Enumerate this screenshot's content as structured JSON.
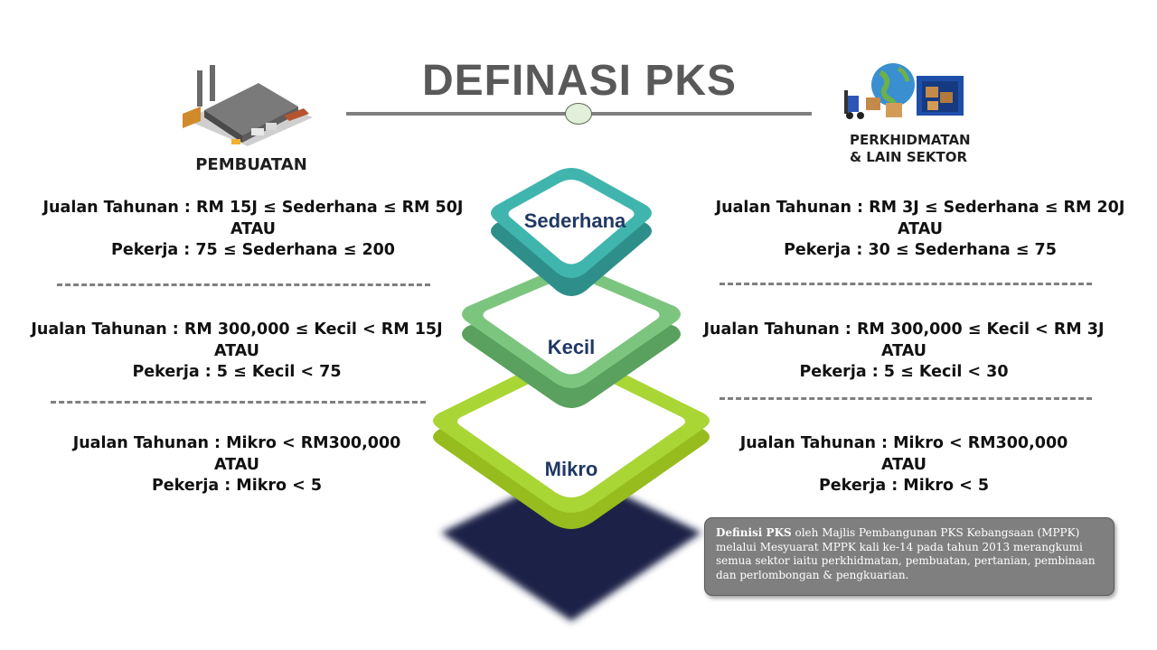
{
  "title": "DEFINASI PKS",
  "sectors": {
    "left": {
      "label": "PEMBUATAN",
      "icon": "factory-icon"
    },
    "right": {
      "label_line1": "PERKHIDMATAN",
      "label_line2": "& LAIN SEKTOR",
      "icon": "globe-logistics-icon"
    }
  },
  "tiers": {
    "top": "Sederhana",
    "middle": "Kecil",
    "bottom": "Mikro"
  },
  "left": {
    "sederhana": {
      "line1": "Jualan Tahunan : RM 15J ≤ Sederhana ≤ RM 50J",
      "line2": "ATAU",
      "line3": "Pekerja : 75 ≤ Sederhana ≤ 200"
    },
    "kecil": {
      "line1": "Jualan Tahunan : RM 300,000 ≤ Kecil < RM 15J",
      "line2": "ATAU",
      "line3": "Pekerja : 5 ≤ Kecil < 75"
    },
    "mikro": {
      "line1": "Jualan Tahunan : Mikro < RM300,000",
      "line2": "ATAU",
      "line3": "Pekerja : Mikro < 5"
    }
  },
  "right": {
    "sederhana": {
      "line1": "Jualan Tahunan : RM 3J ≤ Sederhana ≤ RM 20J",
      "line2": "ATAU",
      "line3": "Pekerja : 30 ≤ Sederhana ≤ 75"
    },
    "kecil": {
      "line1": "Jualan Tahunan : RM 300,000 ≤ Kecil < RM 3J",
      "line2": "ATAU",
      "line3": "Pekerja : 5 ≤ Kecil < 30"
    },
    "mikro": {
      "line1": "Jualan Tahunan : Mikro < RM300,000",
      "line2": "ATAU",
      "line3": "Pekerja : Mikro < 5"
    }
  },
  "note": {
    "bold": "Definisi  PKS",
    "text": " oleh Majlis Pembangunan PKS Kebangsaan (MPPK) melalui Mesyuarat MPPK kali ke-14 pada tahun 2013 merangkumi semua sektor iaitu perkhidmatan, pembuatan, pertanian, pembinaan dan perlombongan & pengkuarian."
  },
  "colors": {
    "teal": "#3fb4ad",
    "green": "#78c47b",
    "lime": "#a4d12c",
    "shadow": "#1a2147",
    "title": "#595959"
  }
}
